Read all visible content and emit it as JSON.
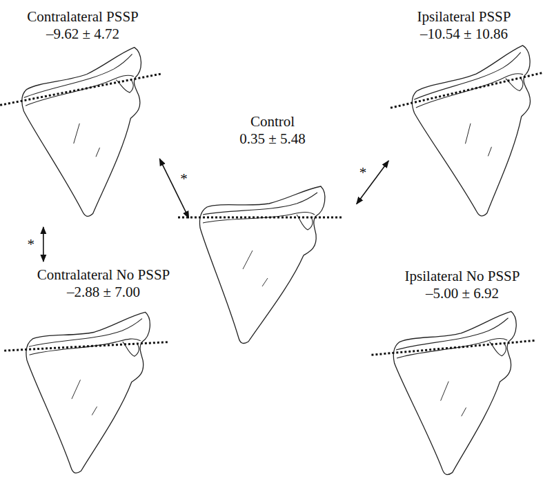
{
  "diagram": {
    "nodes": [
      {
        "text": [
          "Contralateral PSSP",
          "–9.62 ± 4.72"
        ]
      },
      {
        "text": [
          "Ipsilateral PSSP",
          "–10.54 ± 10.86"
        ]
      },
      {
        "text": [
          "Control",
          "0.35 ± 5.48"
        ]
      },
      {
        "text": [
          "Contralateral No PSSP",
          "–2.88 ± 7.00"
        ]
      },
      {
        "text": [
          "Ipsilateral No PSSP",
          "–5.00 ± 6.92"
        ]
      }
    ],
    "edges": [
      {
        "from": 0,
        "to": 2,
        "arrow": "both",
        "label": "*"
      },
      {
        "from": 0,
        "to": 3,
        "arrow": "both",
        "label": "*"
      },
      {
        "from": 2,
        "to": 1,
        "arrow": "both",
        "label": "*"
      }
    ]
  }
}
